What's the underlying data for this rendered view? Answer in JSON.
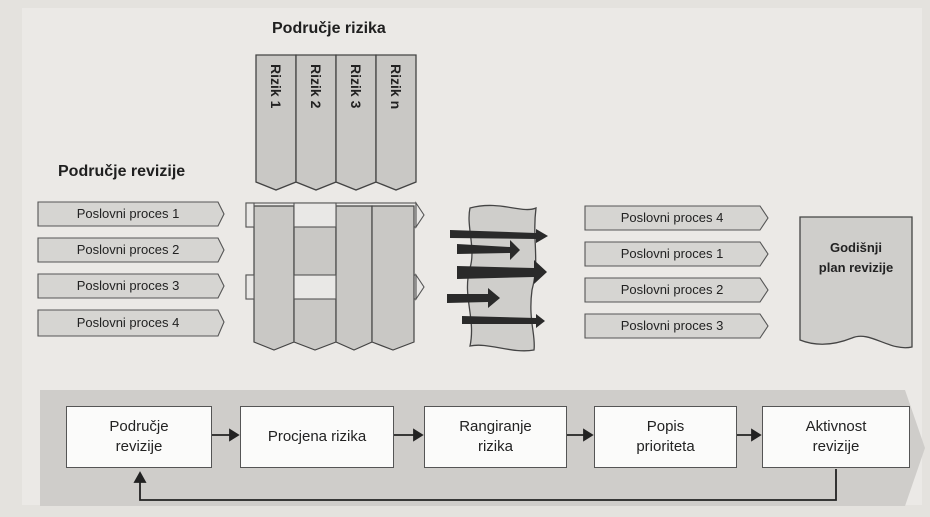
{
  "headings": {
    "risk_area": "Područje rizika",
    "audit_area": "Područje revizije"
  },
  "risks": [
    "Rizik 1",
    "Rizik 2",
    "Rizik 3",
    "Rizik n"
  ],
  "processes_input": [
    "Poslovni proces 1",
    "Poslovni proces 2",
    "Poslovni proces 3",
    "Poslovni proces 4"
  ],
  "processes_ranked": [
    "Poslovni proces 4",
    "Poslovni proces 1",
    "Poslovni proces 2",
    "Poslovni proces 3"
  ],
  "output_document": "Godišnji\nplan revizije",
  "steps": [
    "Područje\nrevizije",
    "Procjena rizika",
    "Rangiranje\nrizika",
    "Popis\nprioriteta",
    "Aktivnost\nrevizije"
  ],
  "colors": {
    "shape_fill": "#d0cfcc",
    "light_fill": "#e9e8e6",
    "band_fill": "#cfcdca",
    "arrow_fill": "#2a2a2a"
  }
}
